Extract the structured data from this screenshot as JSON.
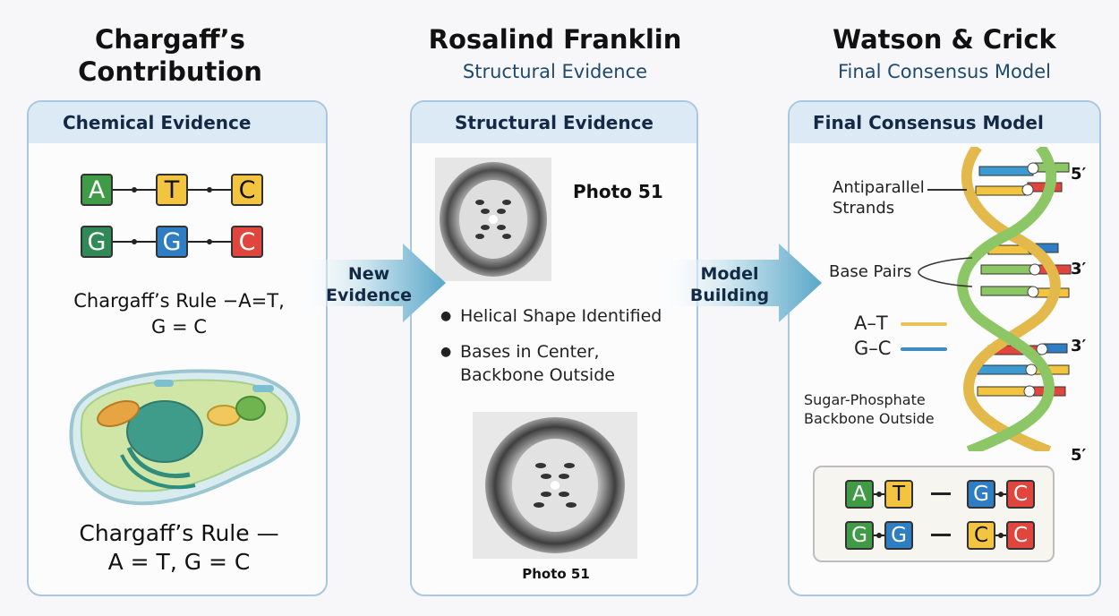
{
  "columns": [
    {
      "title_line1": "Chargaff’s",
      "title_line2": "Contribution",
      "panel_header": "Chemical Evidence",
      "base_rows": [
        [
          "A",
          "T",
          "C"
        ],
        [
          "G",
          "G",
          "C"
        ]
      ],
      "rule_text_1": "Chargaff’s Rule −A=T,",
      "rule_text_1b": "G = C",
      "cell_label": "cell-illustration",
      "rule_text_2a": "Chargaff’s Rule —",
      "rule_text_2b": "A = T, G = C"
    },
    {
      "title": "Rosalind Franklin",
      "subtitle": "Structural Evidence",
      "panel_header": "Structural Evidence",
      "photo_label": "Photo 51",
      "bullets": [
        "Helical Shape Identified",
        "Bases in Center,",
        "Backbone Outside"
      ],
      "photo_caption": "Photo 51"
    },
    {
      "title": "Watson & Crick",
      "subtitle": "Final Consensus Model",
      "panel_header": "Final Consensus Model",
      "labels": {
        "antiparallel_1": "Antiparallel",
        "antiparallel_2": "Strands",
        "base_pairs": "Base Pairs",
        "at": "A–T",
        "gc": "G–C",
        "backbone_1": "Sugar-Phosphate",
        "backbone_2": "Backbone Outside"
      },
      "primes": [
        "5′",
        "3′",
        "3′",
        "5′"
      ],
      "pair_rows": [
        [
          "A",
          "T",
          "G",
          "C"
        ],
        [
          "G",
          "G",
          "C",
          "C"
        ]
      ]
    }
  ],
  "arrows": [
    {
      "line1": "New",
      "line2": "Evidence"
    },
    {
      "line1": "Model",
      "line2": "Building"
    }
  ],
  "colors": {
    "panel_border": "#a9c7de",
    "panel_header_bg": "#dceaf5",
    "subtitle": "#1f4a6e",
    "base_green": "#3f9b46",
    "base_yellow": "#f2c440",
    "base_blue": "#2f7ec3",
    "base_red": "#e0463e"
  }
}
